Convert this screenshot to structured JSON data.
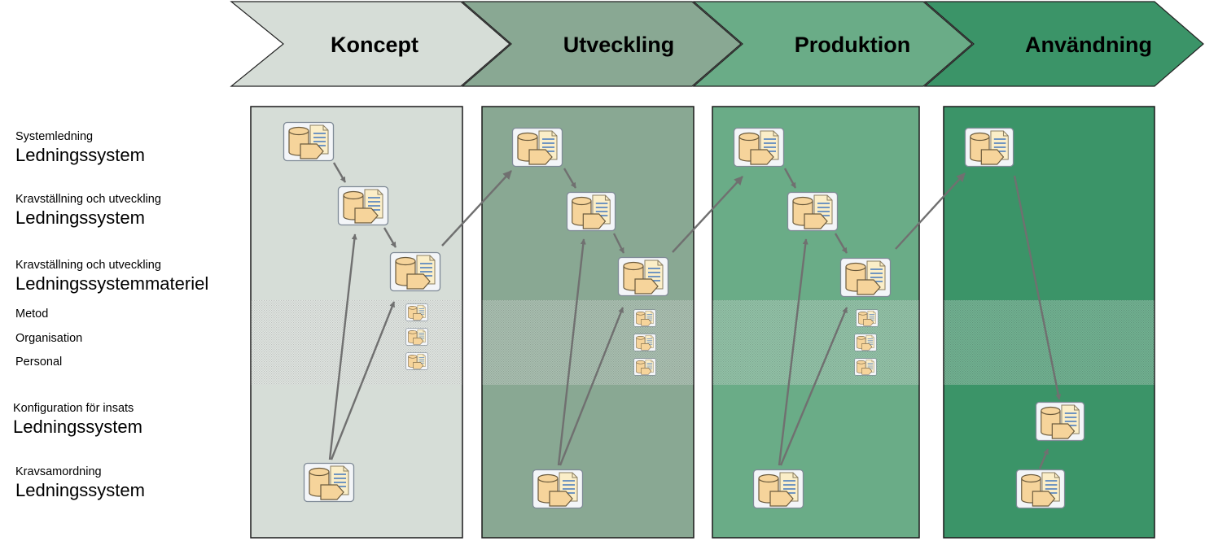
{
  "phases": [
    {
      "label": "Koncept",
      "color": "#d6ddd7"
    },
    {
      "label": "Utveckling",
      "color": "#89a893"
    },
    {
      "label": "Produktion",
      "color": "#6aac87"
    },
    {
      "label": "Användning",
      "color": "#3b9468"
    }
  ],
  "rows": {
    "systemledning": {
      "small": "Systemledning",
      "big": "Ledningssystem"
    },
    "kravstallning_system": {
      "small": "Kravställning  och utveckling",
      "big": "Ledningssystem"
    },
    "kravstallning_materiel": {
      "small": "Kravställning  och utveckling",
      "big": "Ledningssystemmateriel"
    },
    "metod": "Metod",
    "organisation": "Organisation",
    "personal": "Personal",
    "konfiguration": {
      "small": "Konfiguration  för insats",
      "big": "Ledningssystem"
    },
    "kravsamordning": {
      "small": "Kravsamordning",
      "big": "Ledningssystem"
    }
  },
  "colors": {
    "arrow": "#707070",
    "panel_border": "#1a1a1a",
    "icon_cylinder": "#f6d49b",
    "icon_document": "#fbeec8",
    "icon_lines": "#4e7fbf"
  },
  "icon_names": [
    "system-model-icon"
  ]
}
